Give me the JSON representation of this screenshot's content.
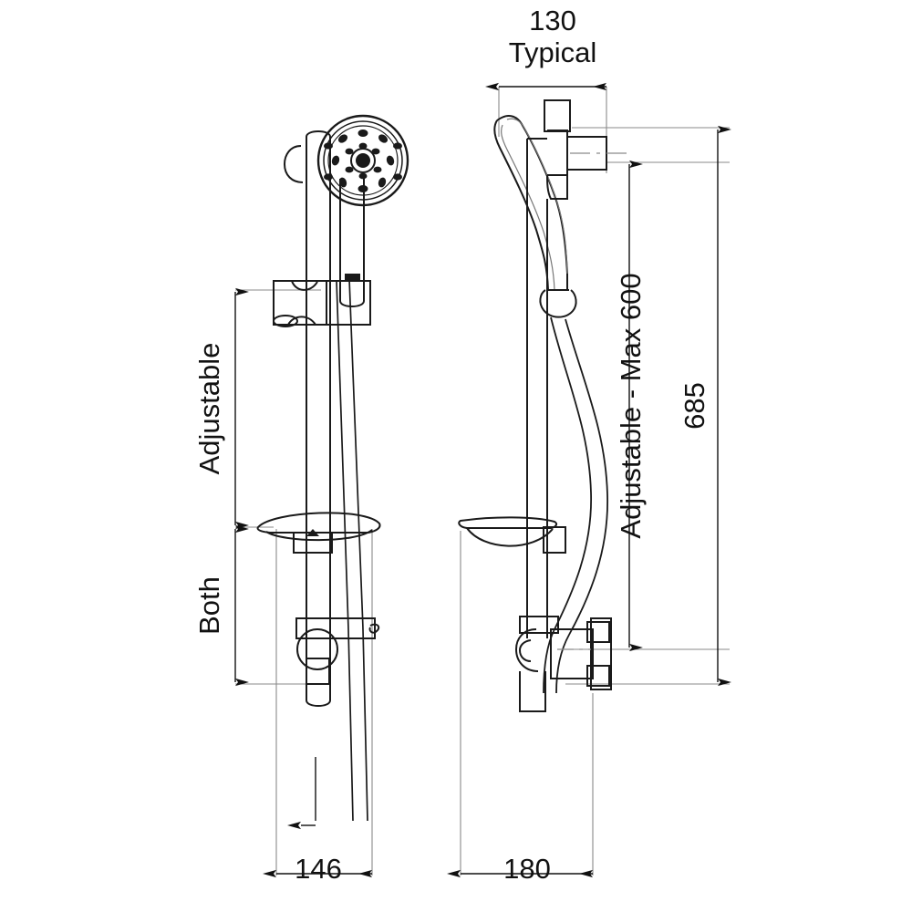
{
  "drawing": {
    "title": "Shower rail kit dimensional drawing",
    "views": [
      {
        "name": "front-elevation",
        "label": ""
      },
      {
        "name": "side-elevation",
        "label": ""
      }
    ],
    "line_color": "#1a1a1a",
    "background_color": "#ffffff",
    "units": "mm"
  },
  "dimensions": {
    "top_width": {
      "value": "130",
      "qualifier": "Typical"
    },
    "left_upper": {
      "label": "Adjustable"
    },
    "left_lower": {
      "label": "Both"
    },
    "right_inner": {
      "label": "Adjustable - Max 600"
    },
    "right_outer": {
      "value": "685"
    },
    "bottom_left": {
      "value": "146"
    },
    "bottom_right": {
      "value": "180"
    }
  },
  "components": {
    "handset": "shower-handset",
    "spray_face": "spray-face",
    "rail": "slide-rail",
    "upper_bracket": "upper-slider-bracket",
    "soap_dish": "soap-dish",
    "lower_bracket": "lower-wall-bracket",
    "hose": "shower-hose"
  }
}
